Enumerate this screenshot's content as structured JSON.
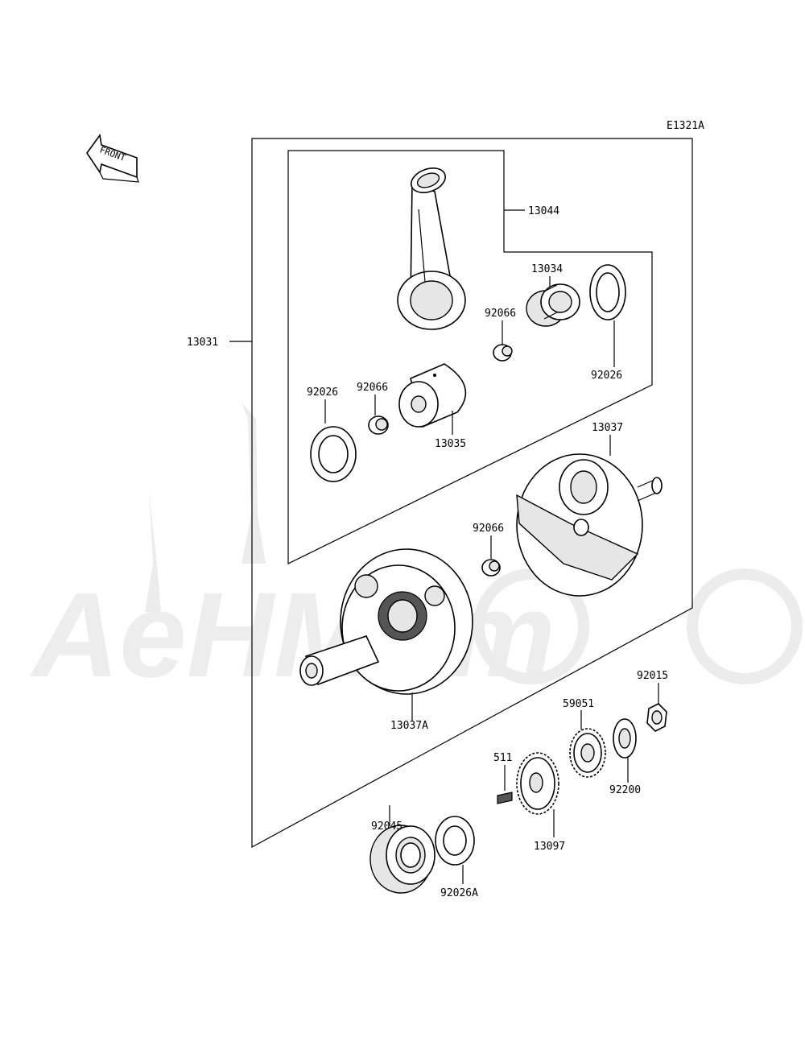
{
  "diagram_code": "E1321A",
  "front_label": "FRONT",
  "watermark_text": "AeHMom",
  "parts": {
    "p13031": "13031",
    "p13044": "13044",
    "p13034": "13034",
    "p92066_a": "92066",
    "p92026_a": "92026",
    "p92026_b": "92026",
    "p92066_b": "92066",
    "p13035": "13035",
    "p13037": "13037",
    "p92066_c": "92066",
    "p13037A": "13037A",
    "p92015": "92015",
    "p59051": "59051",
    "p511": "511",
    "p92200": "92200",
    "p92045": "92045",
    "p13097": "13097",
    "p92026A": "92026A"
  }
}
